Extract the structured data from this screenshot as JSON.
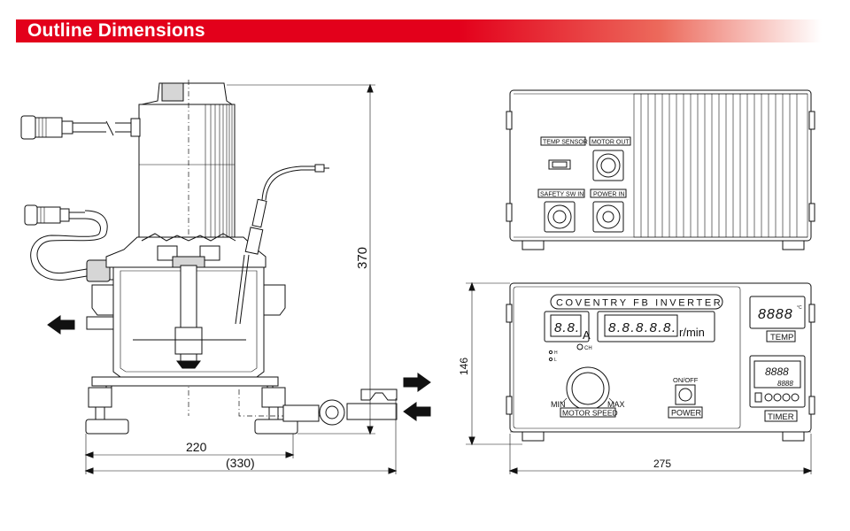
{
  "header": {
    "title": "Outline Dimensions"
  },
  "dimensions": {
    "height": "370",
    "base_width": "220",
    "overall_width": "(330)",
    "inverter_height": "146",
    "inverter_width": "275"
  },
  "rear_panel": {
    "temp_sensor": "TEMP SENSOR",
    "motor_out": "MOTOR OUT",
    "safety_sw_in": "SAFETY SW IN",
    "power_in": "POWER IN"
  },
  "front_panel": {
    "brand": "COVENTRY FB INVERTER",
    "amp_display": "8.8.",
    "amp_unit": "A",
    "rpm_display": "8.8.8.8.8.",
    "rpm_unit": "r/min",
    "ch_label": "CH",
    "indicator_1": "H",
    "indicator_2": "L",
    "knob_min": "MIN",
    "knob_max": "MAX",
    "knob_label": "MOTOR SPEED",
    "onoff_label": "ON/OFF",
    "power_label": "POWER",
    "temp_display": "8888",
    "temp_unit": "°C",
    "temp_label": "TEMP",
    "timer_display_1": "8888",
    "timer_display_2": "8888",
    "timer_label": "TIMER"
  },
  "icons": [
    "left-arrow-icon",
    "right-arrow-icon",
    "connector-plug-icon",
    "knob-icon"
  ]
}
